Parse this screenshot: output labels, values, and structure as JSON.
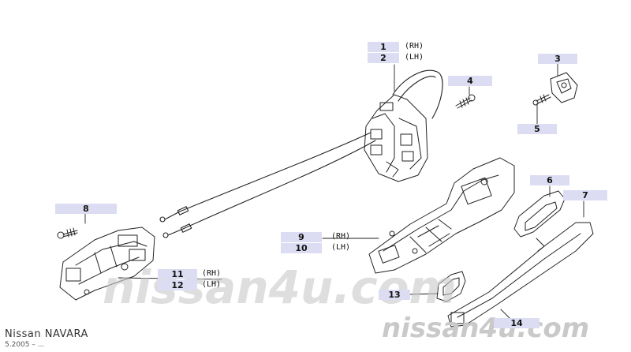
{
  "callouts": [
    {
      "num": "1",
      "side": "(RH)"
    },
    {
      "num": "2",
      "side": "(LH)"
    },
    {
      "num": "3"
    },
    {
      "num": "4"
    },
    {
      "num": "5"
    },
    {
      "num": "6"
    },
    {
      "num": "7"
    },
    {
      "num": "8"
    },
    {
      "num": "9",
      "side": "(RH)"
    },
    {
      "num": "10",
      "side": "(LH)"
    },
    {
      "num": "11",
      "side": "(RH)"
    },
    {
      "num": "12",
      "side": "(LH)"
    },
    {
      "num": "13"
    },
    {
      "num": "14"
    }
  ],
  "watermark": "nissan4u.com",
  "footer": {
    "model": "Nissan NAVARA",
    "date": "5.2005 – ..."
  },
  "colors": {
    "callout_bg": "#dcdcf2",
    "line": "#222222",
    "watermark": "#c9c9c9"
  }
}
